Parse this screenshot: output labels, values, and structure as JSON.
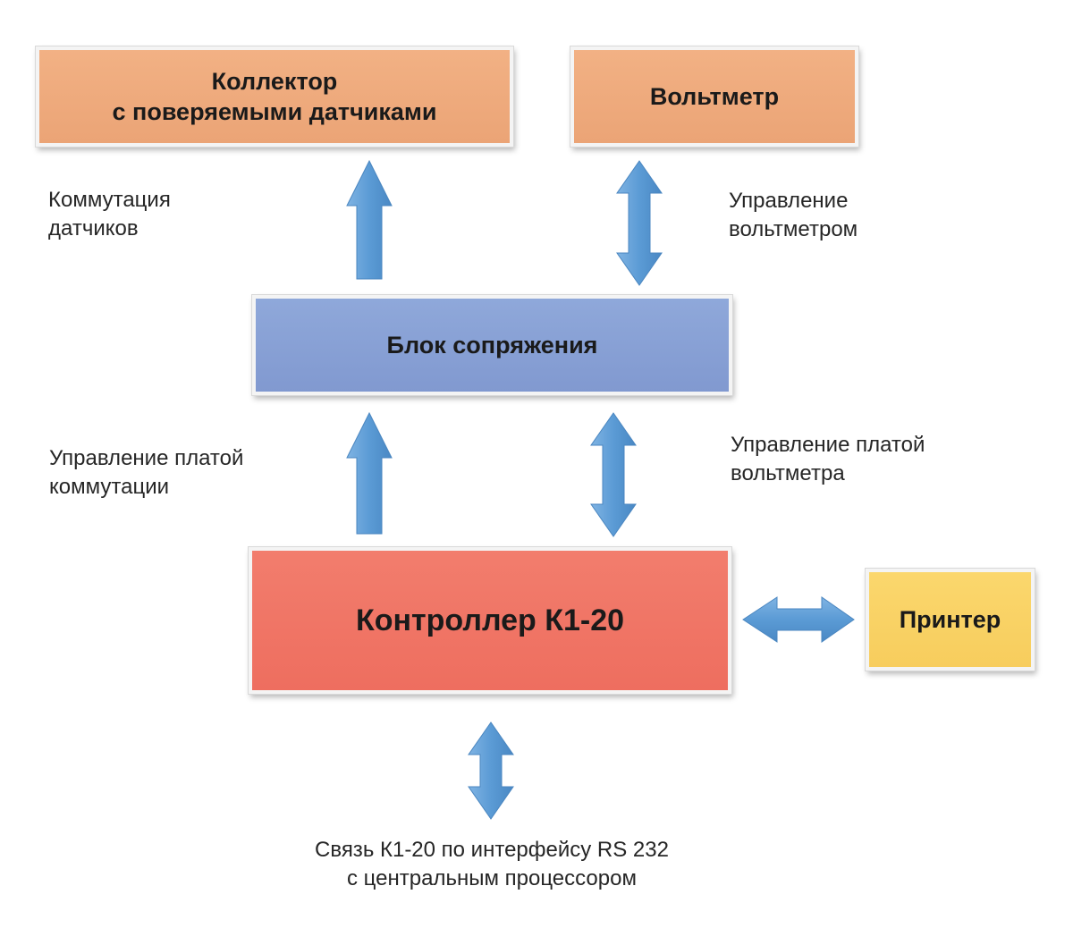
{
  "blocks": {
    "collector": "Коллектор\nс поверяемыми датчиками",
    "voltmeter": "Вольтметр",
    "interface_unit": "Блок сопряжения",
    "controller": "Контроллер К1-20",
    "printer": "Принтер"
  },
  "labels": {
    "sensor_switching": "Коммутация\nдатчиков",
    "voltmeter_control": "Управление\nвольтметром",
    "switch_board_control": "Управление платой\nкоммутации",
    "voltmeter_board_control": "Управление платой\nвольтметра",
    "rs232_link": "Связь К1-20 по интерфейсу RS 232\nс центральным процессором"
  },
  "colors": {
    "orange_block": "#eda97b",
    "blue_block": "#88a0d5",
    "red_block": "#f07565",
    "yellow_block": "#f9d265",
    "arrow": "#5b9bd5"
  }
}
